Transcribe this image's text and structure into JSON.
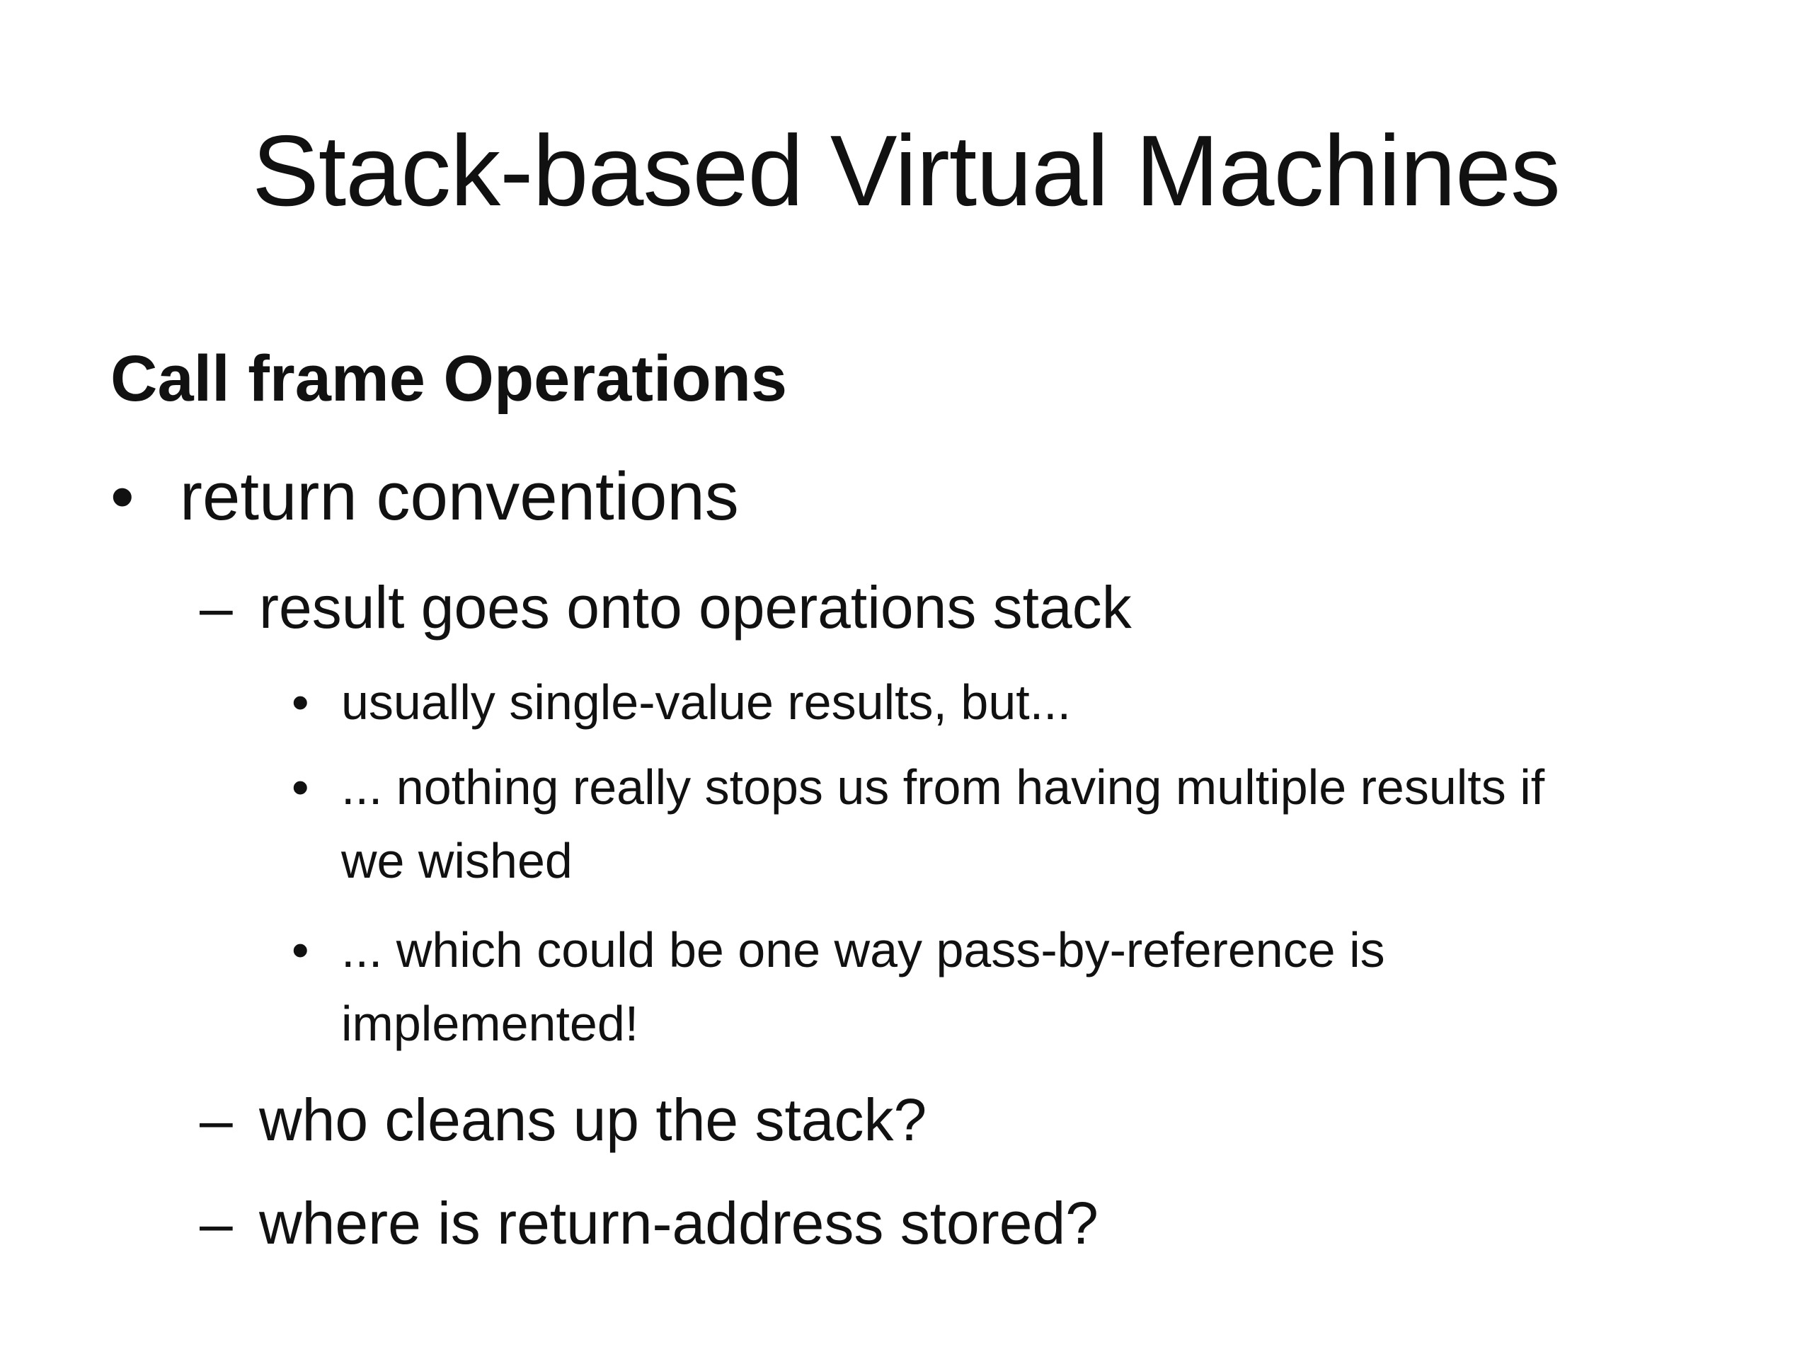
{
  "slide": {
    "title": "Stack-based Virtual Machines",
    "heading": "Call frame Operations",
    "bullet_glyph": "•",
    "dash_glyph": "–",
    "items": [
      {
        "text": "return conventions"
      },
      {
        "text": "result goes onto operations stack"
      },
      {
        "text": "usually single-value results, but..."
      },
      {
        "lines": [
          "... nothing really stops us from having multiple results if",
          "we wished"
        ]
      },
      {
        "lines": [
          "... which could be one way pass-by-reference is",
          "implemented!"
        ]
      },
      {
        "text": "who cleans up the stack?"
      },
      {
        "text": "where is return-address stored?"
      }
    ]
  }
}
